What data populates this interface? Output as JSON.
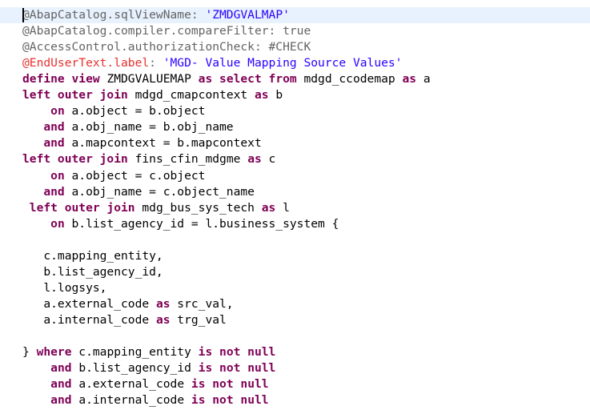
{
  "editor": {
    "fold_icon": "collapse-minus-icon",
    "lines": [
      [
        {
          "t": "@AbapCatalog.sqlViewName: ",
          "c": "ann"
        },
        {
          "t": "'ZMDGVALMAP'",
          "c": "str"
        }
      ],
      [
        {
          "t": "@AbapCatalog.compiler.compareFilter: true",
          "c": "ann"
        }
      ],
      [
        {
          "t": "@AccessControl.authorizationCheck: #CHECK",
          "c": "ann"
        }
      ],
      [
        {
          "t": "@EndUserText.label",
          "c": "ann-red"
        },
        {
          "t": ": ",
          "c": "ann"
        },
        {
          "t": "'MGD- Value Mapping Source Values'",
          "c": "str"
        }
      ],
      [
        {
          "t": "define view ",
          "c": "kw"
        },
        {
          "t": "ZMDGVALUEMAP ",
          "c": "id"
        },
        {
          "t": "as select from ",
          "c": "kw"
        },
        {
          "t": "mdgd_ccodemap ",
          "c": "id"
        },
        {
          "t": "as ",
          "c": "kw"
        },
        {
          "t": "a",
          "c": "id"
        }
      ],
      [
        {
          "t": "left outer join ",
          "c": "kw"
        },
        {
          "t": "mdgd_cmapcontext ",
          "c": "id"
        },
        {
          "t": "as ",
          "c": "kw"
        },
        {
          "t": "b",
          "c": "id"
        }
      ],
      [
        {
          "t": "    ",
          "c": "id"
        },
        {
          "t": "on ",
          "c": "kw"
        },
        {
          "t": "a.object = b.object",
          "c": "id"
        }
      ],
      [
        {
          "t": "   ",
          "c": "id"
        },
        {
          "t": "and ",
          "c": "kw"
        },
        {
          "t": "a.obj_name = b.obj_name",
          "c": "id"
        }
      ],
      [
        {
          "t": "   ",
          "c": "id"
        },
        {
          "t": "and ",
          "c": "kw"
        },
        {
          "t": "a.mapcontext = b.mapcontext",
          "c": "id"
        }
      ],
      [
        {
          "t": "left outer join ",
          "c": "kw"
        },
        {
          "t": "fins_cfin_mdgme ",
          "c": "id"
        },
        {
          "t": "as ",
          "c": "kw"
        },
        {
          "t": "c",
          "c": "id"
        }
      ],
      [
        {
          "t": "    ",
          "c": "id"
        },
        {
          "t": "on ",
          "c": "kw"
        },
        {
          "t": "a.object = c.object",
          "c": "id"
        }
      ],
      [
        {
          "t": "   ",
          "c": "id"
        },
        {
          "t": "and ",
          "c": "kw"
        },
        {
          "t": "a.obj_name = c.object_name",
          "c": "id"
        }
      ],
      [
        {
          "t": " ",
          "c": "id"
        },
        {
          "t": "left outer join ",
          "c": "kw"
        },
        {
          "t": "mdg_bus_sys_tech ",
          "c": "id"
        },
        {
          "t": "as ",
          "c": "kw"
        },
        {
          "t": "l",
          "c": "id"
        }
      ],
      [
        {
          "t": "    ",
          "c": "id"
        },
        {
          "t": "on ",
          "c": "kw"
        },
        {
          "t": "b.list_agency_id = l.business_system {",
          "c": "id"
        }
      ],
      [],
      [
        {
          "t": "   c.mapping_entity,",
          "c": "id"
        }
      ],
      [
        {
          "t": "   b.list_agency_id,",
          "c": "id"
        }
      ],
      [
        {
          "t": "   l.logsys,",
          "c": "id"
        }
      ],
      [
        {
          "t": "   a.external_code ",
          "c": "id"
        },
        {
          "t": "as ",
          "c": "kw"
        },
        {
          "t": "src_val,",
          "c": "id"
        }
      ],
      [
        {
          "t": "   a.internal_code ",
          "c": "id"
        },
        {
          "t": "as ",
          "c": "kw"
        },
        {
          "t": "trg_val",
          "c": "id"
        }
      ],
      [],
      [
        {
          "t": "} ",
          "c": "id"
        },
        {
          "t": "where ",
          "c": "kw"
        },
        {
          "t": "c.mapping_entity ",
          "c": "id"
        },
        {
          "t": "is not null",
          "c": "kw"
        }
      ],
      [
        {
          "t": "    ",
          "c": "id"
        },
        {
          "t": "and ",
          "c": "kw"
        },
        {
          "t": "b.list_agency_id ",
          "c": "id"
        },
        {
          "t": "is not null",
          "c": "kw"
        }
      ],
      [
        {
          "t": "    ",
          "c": "id"
        },
        {
          "t": "and ",
          "c": "kw"
        },
        {
          "t": "a.external_code ",
          "c": "id"
        },
        {
          "t": "is not null",
          "c": "kw"
        }
      ],
      [
        {
          "t": "    ",
          "c": "id"
        },
        {
          "t": "and ",
          "c": "kw"
        },
        {
          "t": "a.internal_code ",
          "c": "id"
        },
        {
          "t": "is not null",
          "c": "kw"
        }
      ]
    ]
  }
}
